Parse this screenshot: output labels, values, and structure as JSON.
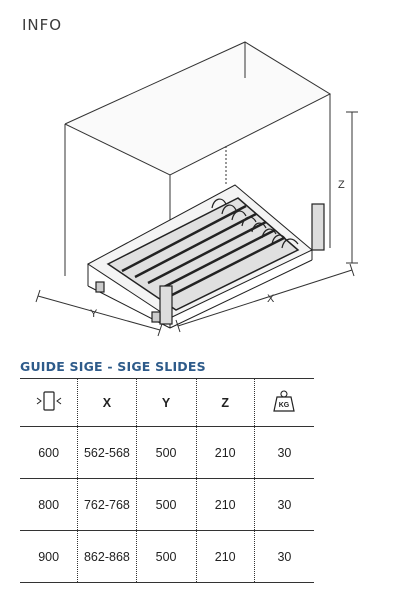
{
  "header": {
    "title": "INFO"
  },
  "drawing": {
    "dim_labels": {
      "x": "X",
      "y": "Y",
      "z": "Z"
    }
  },
  "section": {
    "title": "GUIDE SIGE - SIGE SLIDES"
  },
  "table": {
    "headers": {
      "col0_icon": "cabinet-width-icon",
      "x": "X",
      "y": "Y",
      "z": "Z",
      "load_icon": "weight-kg-icon",
      "load_icon_text": "KG"
    },
    "rows": [
      {
        "width": "600",
        "x": "562-568",
        "y": "500",
        "z": "210",
        "load": "30"
      },
      {
        "width": "800",
        "x": "762-768",
        "y": "500",
        "z": "210",
        "load": "30"
      },
      {
        "width": "900",
        "x": "862-868",
        "y": "500",
        "z": "210",
        "load": "30"
      }
    ]
  }
}
